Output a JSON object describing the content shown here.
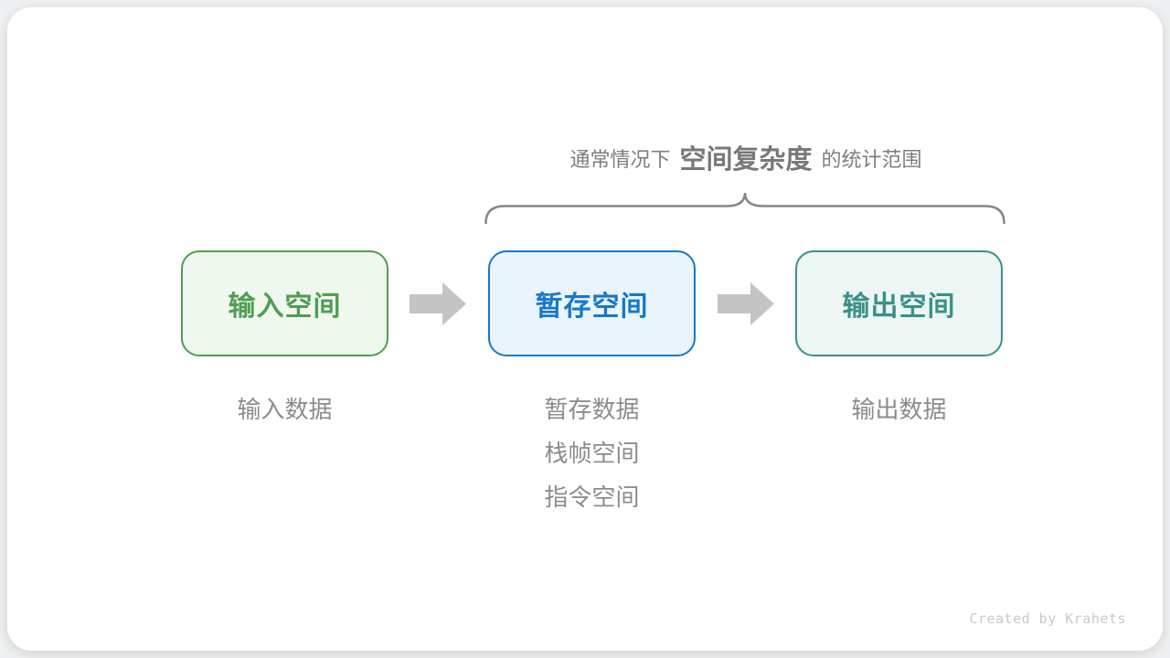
{
  "title": {
    "prefix": "通常情况下",
    "emphasis": "空间复杂度",
    "suffix": "的统计范围"
  },
  "boxes": [
    {
      "label": "输入空间",
      "border_color": "#4f9e53",
      "background": "#f0f7ef",
      "captions": [
        "输入数据"
      ]
    },
    {
      "label": "暂存空间",
      "border_color": "#1778ca",
      "background": "#eaf4fc",
      "captions": [
        "暂存数据",
        "栈帧空间",
        "指令空间"
      ]
    },
    {
      "label": "输出空间",
      "border_color": "#3a908a",
      "background": "#edf6f3",
      "captions": [
        "输出数据"
      ]
    }
  ],
  "colors": {
    "arrow": "#c4c4c4",
    "brace": "#868686",
    "title_text": "#7d7d7d",
    "caption_text": "#8c8c8c",
    "card_background": "#ffffff",
    "page_background": "#eff0f1",
    "credit_text": "#c9c9c9"
  },
  "footer": {
    "credit": "Created by Krahets"
  }
}
